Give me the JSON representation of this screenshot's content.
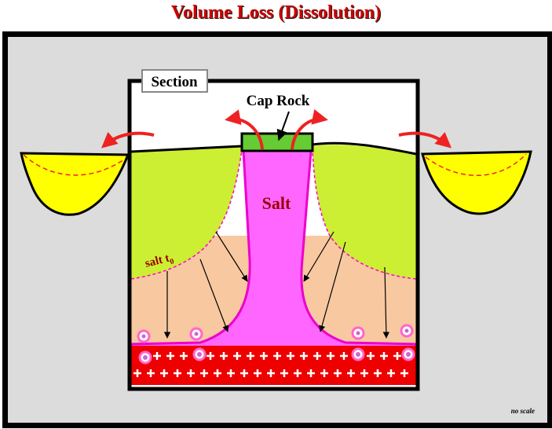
{
  "title": "Volume Loss (Dissolution)",
  "labels": {
    "section": "Section",
    "cap_rock": "Cap Rock",
    "salt": "Salt",
    "salt_t0": "salt t",
    "salt_t0_sub": "0",
    "no_scale": "no scale"
  },
  "colors": {
    "title": "#cc0000",
    "salt": "#ff66ff",
    "cap_rock": "#66cc33",
    "overburden": "#ccee33",
    "sediment": "#f8c8a0",
    "basin": "#ffff00",
    "basement": "#ee0000",
    "arrow_red": "#ee2222",
    "background": "#dcdcdc"
  }
}
